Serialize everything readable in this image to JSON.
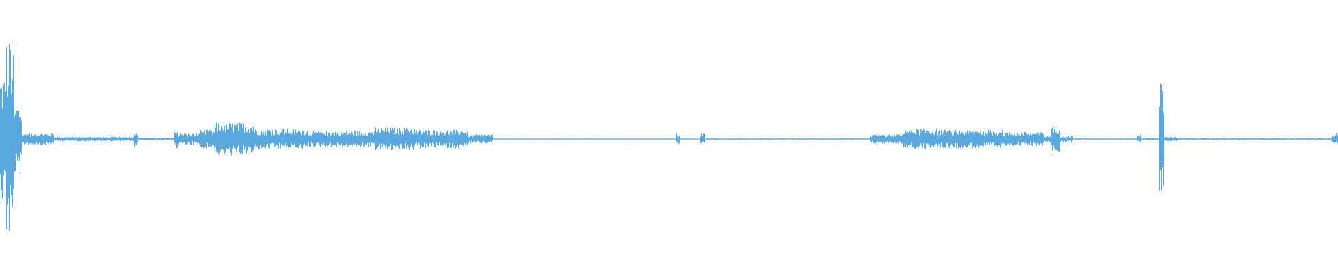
{
  "waveform": {
    "color": "#5aa8e0",
    "background": "#ffffff",
    "baseline_color": "#5aa8e0",
    "segments": [
      {
        "start": 0.0,
        "end": 0.004,
        "amplitude": 0.55
      },
      {
        "start": 0.004,
        "end": 0.01,
        "amplitude": 0.85
      },
      {
        "start": 0.01,
        "end": 0.016,
        "amplitude": 0.3
      },
      {
        "start": 0.016,
        "end": 0.04,
        "amplitude": 0.05
      },
      {
        "start": 0.04,
        "end": 0.1,
        "amplitude": 0.02
      },
      {
        "start": 0.1,
        "end": 0.103,
        "amplitude": 0.08
      },
      {
        "start": 0.103,
        "end": 0.13,
        "amplitude": 0.01
      },
      {
        "start": 0.13,
        "end": 0.133,
        "amplitude": 0.08
      },
      {
        "start": 0.133,
        "end": 0.148,
        "amplitude": 0.05
      },
      {
        "start": 0.148,
        "end": 0.16,
        "amplitude": 0.08
      },
      {
        "start": 0.16,
        "end": 0.19,
        "amplitude": 0.14
      },
      {
        "start": 0.19,
        "end": 0.23,
        "amplitude": 0.09
      },
      {
        "start": 0.23,
        "end": 0.28,
        "amplitude": 0.07
      },
      {
        "start": 0.28,
        "end": 0.31,
        "amplitude": 0.1
      },
      {
        "start": 0.31,
        "end": 0.35,
        "amplitude": 0.08
      },
      {
        "start": 0.35,
        "end": 0.368,
        "amplitude": 0.04
      },
      {
        "start": 0.368,
        "end": 0.505,
        "amplitude": 0.005
      },
      {
        "start": 0.505,
        "end": 0.508,
        "amplitude": 0.05
      },
      {
        "start": 0.508,
        "end": 0.523,
        "amplitude": 0.005
      },
      {
        "start": 0.523,
        "end": 0.527,
        "amplitude": 0.05
      },
      {
        "start": 0.527,
        "end": 0.65,
        "amplitude": 0.006
      },
      {
        "start": 0.65,
        "end": 0.675,
        "amplitude": 0.04
      },
      {
        "start": 0.675,
        "end": 0.7,
        "amplitude": 0.09
      },
      {
        "start": 0.7,
        "end": 0.75,
        "amplitude": 0.08
      },
      {
        "start": 0.75,
        "end": 0.78,
        "amplitude": 0.06
      },
      {
        "start": 0.78,
        "end": 0.792,
        "amplitude": 0.03
      },
      {
        "start": 0.785,
        "end": 0.792,
        "amplitude": 0.11
      },
      {
        "start": 0.792,
        "end": 0.802,
        "amplitude": 0.03
      },
      {
        "start": 0.802,
        "end": 0.85,
        "amplitude": 0.006
      },
      {
        "start": 0.85,
        "end": 0.853,
        "amplitude": 0.04
      },
      {
        "start": 0.853,
        "end": 0.866,
        "amplitude": 0.008
      },
      {
        "start": 0.866,
        "end": 0.87,
        "amplitude": 0.48
      },
      {
        "start": 0.87,
        "end": 0.88,
        "amplitude": 0.02
      },
      {
        "start": 0.88,
        "end": 0.995,
        "amplitude": 0.007
      },
      {
        "start": 0.995,
        "end": 1.0,
        "amplitude": 0.05
      }
    ]
  }
}
